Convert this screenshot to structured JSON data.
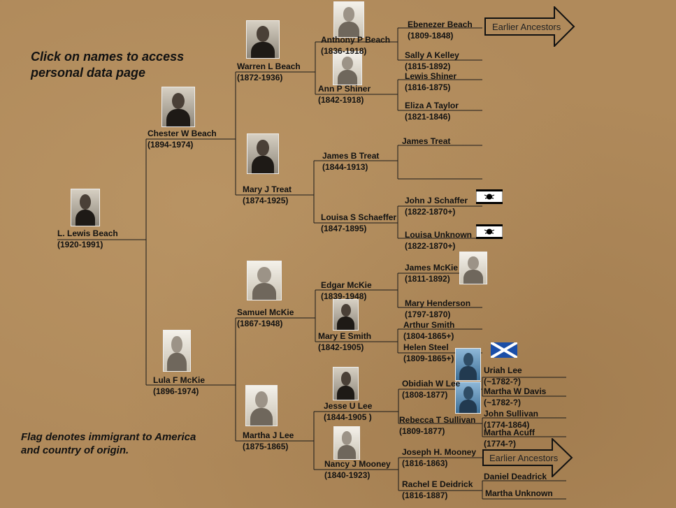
{
  "instructions": {
    "click_note": [
      "Click on names to access",
      "personal data page"
    ],
    "flag_note": [
      "Flag denotes immigrant to America",
      "and country of origin."
    ]
  },
  "arrows": {
    "top_label": "Earlier Ancestors",
    "bottom_label": "Earlier Ancestors"
  },
  "people": [
    {
      "name": "L. Lewis Beach",
      "dates": "(1920-1991)"
    },
    {
      "name": "Chester W Beach",
      "dates": "(1894-1974)"
    },
    {
      "name": "Lula F McKie",
      "dates": "(1896-1974)"
    },
    {
      "name": "Warren L Beach",
      "dates": "(1872-1936)"
    },
    {
      "name": "Mary J Treat",
      "dates": "(1874-1925)"
    },
    {
      "name": "Samuel McKie",
      "dates": "(1867-1948)"
    },
    {
      "name": "Martha J Lee",
      "dates": "(1875-1865)"
    },
    {
      "name": "Anthony P Beach",
      "dates": "(1836-1918)"
    },
    {
      "name": "Ann P Shiner",
      "dates": "(1842-1918)"
    },
    {
      "name": "James B Treat",
      "dates": "(1844-1913)"
    },
    {
      "name": "Louisa S Schaeffer",
      "dates": "(1847-1895)"
    },
    {
      "name": "Edgar McKie",
      "dates": "(1839-1948)"
    },
    {
      "name": "Mary E Smith",
      "dates": "(1842-1905)"
    },
    {
      "name": "Jesse U Lee",
      "dates": "(1844-1905 )"
    },
    {
      "name": "Nancy J Mooney",
      "dates": "(1840-1923)"
    },
    {
      "name": "Ebenezer Beach",
      "dates": "(1809-1848)"
    },
    {
      "name": "Sally A Kelley",
      "dates": "(1815-1892)"
    },
    {
      "name": "Lewis Shiner",
      "dates": "(1816-1875)"
    },
    {
      "name": "Eliza A Taylor",
      "dates": "(1821-1846)"
    },
    {
      "name": "James Treat",
      "dates": ""
    },
    {
      "name": "John J Schaffer",
      "dates": "(1822-1870+)"
    },
    {
      "name": "Louisa Unknown",
      "dates": "(1822-1870+)"
    },
    {
      "name": "James McKie",
      "dates": "(1811-1892)"
    },
    {
      "name": "Mary Henderson",
      "dates": "(1797-1870)"
    },
    {
      "name": "Arthur Smith",
      "dates": "(1804-1865+)"
    },
    {
      "name": "Helen Steel",
      "dates": "(1809-1865+)"
    },
    {
      "name": "Obidiah W Lee",
      "dates": "(1808-1877)"
    },
    {
      "name": "Rebecca T Sullivan",
      "dates": "(1809-1877)"
    },
    {
      "name": "Joseph H. Mooney",
      "dates": "(1816-1863)"
    },
    {
      "name": "Rachel E Deidrick",
      "dates": "(1816-1887)"
    },
    {
      "name": "Uriah Lee",
      "dates": "(~1782-?)"
    },
    {
      "name": "Martha W Davis",
      "dates": "(~1782-?)"
    },
    {
      "name": "John Sullivan",
      "dates": "(1774-1864)"
    },
    {
      "name": "Martha Acuff",
      "dates": "(1774-?)"
    },
    {
      "name": "Daniel Deadrick",
      "dates": ""
    },
    {
      "name": "Martha Unknown",
      "dates": ""
    }
  ]
}
